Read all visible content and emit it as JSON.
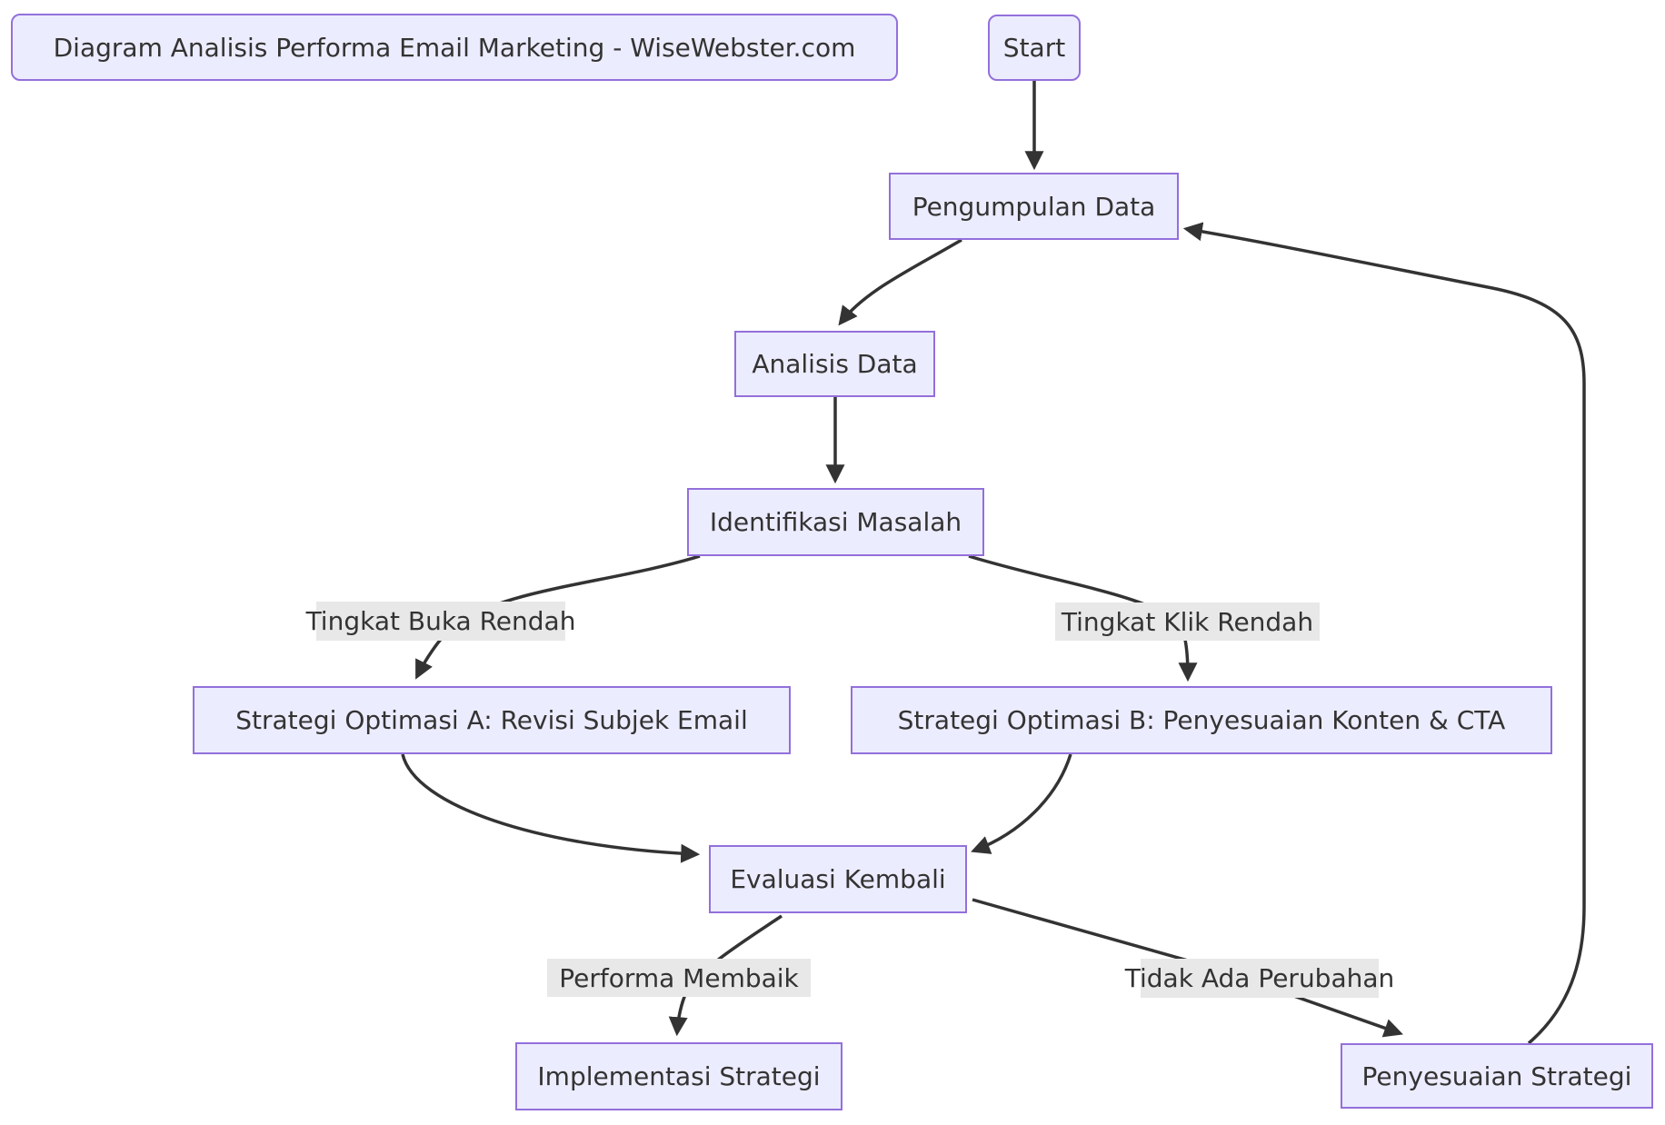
{
  "diagram": {
    "title": "Diagram Analisis Performa Email Marketing - WiseWebster.com",
    "type": "flowchart",
    "colors": {
      "node_fill": "#ECECFF",
      "node_border": "#9370DB",
      "edge_label_bg": "#e8e8e8",
      "line": "#333333",
      "text": "#333333",
      "background": "#ffffff"
    },
    "nodes": [
      {
        "id": "start",
        "label": "Start",
        "shape": "rounded"
      },
      {
        "id": "pengumpulan",
        "label": "Pengumpulan Data",
        "shape": "rect"
      },
      {
        "id": "analisis",
        "label": "Analisis Data",
        "shape": "rect"
      },
      {
        "id": "identifikasi",
        "label": "Identifikasi Masalah",
        "shape": "rect"
      },
      {
        "id": "strategi_a",
        "label": "Strategi Optimasi A: Revisi Subjek Email",
        "shape": "rect"
      },
      {
        "id": "strategi_b",
        "label": "Strategi Optimasi B: Penyesuaian Konten & CTA",
        "shape": "rect"
      },
      {
        "id": "evaluasi",
        "label": "Evaluasi Kembali",
        "shape": "rect"
      },
      {
        "id": "implementasi",
        "label": "Implementasi Strategi",
        "shape": "rect"
      },
      {
        "id": "penyesuaian",
        "label": "Penyesuaian Strategi",
        "shape": "rect"
      }
    ],
    "edge_labels": [
      {
        "id": "tingkat_buka",
        "text": "Tingkat Buka Rendah",
        "edge": "identifikasi -> strategi_a"
      },
      {
        "id": "tingkat_klik",
        "text": "Tingkat Klik Rendah",
        "edge": "identifikasi -> strategi_b"
      },
      {
        "id": "performa_membaik",
        "text": "Performa Membaik",
        "edge": "evaluasi -> implementasi"
      },
      {
        "id": "tidak_ada_perubahan",
        "text": "Tidak Ada Perubahan",
        "edge": "evaluasi -> penyesuaian"
      }
    ],
    "edges": [
      "start -> pengumpulan",
      "pengumpulan -> analisis",
      "analisis -> identifikasi",
      "identifikasi -> strategi_a (Tingkat Buka Rendah)",
      "identifikasi -> strategi_b (Tingkat Klik Rendah)",
      "strategi_a -> evaluasi",
      "strategi_b -> evaluasi",
      "evaluasi -> implementasi (Performa Membaik)",
      "evaluasi -> penyesuaian (Tidak Ada Perubahan)",
      "penyesuaian -> pengumpulan"
    ]
  }
}
